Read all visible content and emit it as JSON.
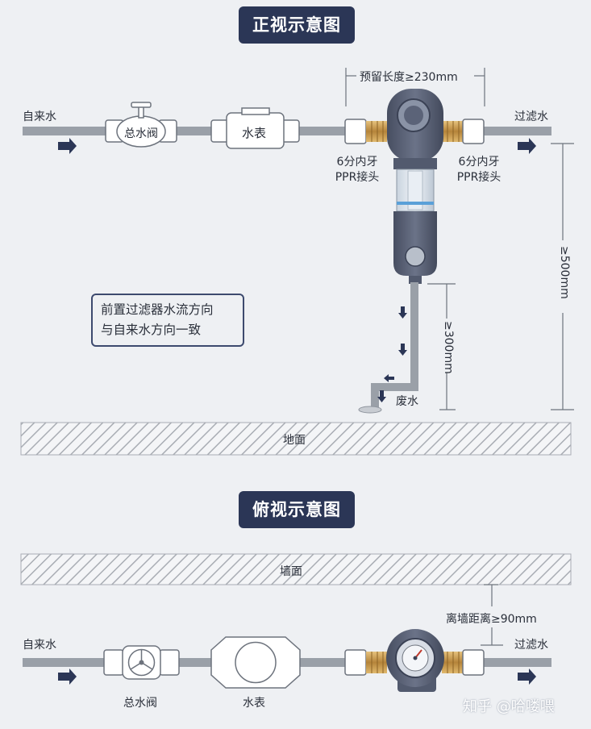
{
  "front_view": {
    "title": "正视示意图",
    "inlet_label": "自来水",
    "valve_label": "总水阀",
    "meter_label": "水表",
    "outlet_label": "过滤水",
    "reserve_length": "预留长度≥230mm",
    "left_fitting": [
      "6分内牙",
      "PPR接头"
    ],
    "right_fitting": [
      "6分内牙",
      "PPR接头"
    ],
    "note": [
      "前置过滤器水流方向",
      "与自来水方向一致"
    ],
    "drain_height": "≥300mm",
    "waste_label": "废水",
    "total_height": "≥500mm",
    "ground_label": "地面"
  },
  "top_view": {
    "title": "俯视示意图",
    "wall_label": "墙面",
    "wall_distance": "离墙距离≥90mm",
    "inlet_label": "自来水",
    "outlet_label": "过滤水",
    "valve_label": "总水阀",
    "meter_label": "水表"
  },
  "watermark": "知乎 @哈喽喂",
  "colors": {
    "badge": "#2b3656",
    "pipe": "#9aa0a8",
    "arrow": "#2b3656",
    "brass": "#c79a4a",
    "filter_body": "#5b6378"
  }
}
